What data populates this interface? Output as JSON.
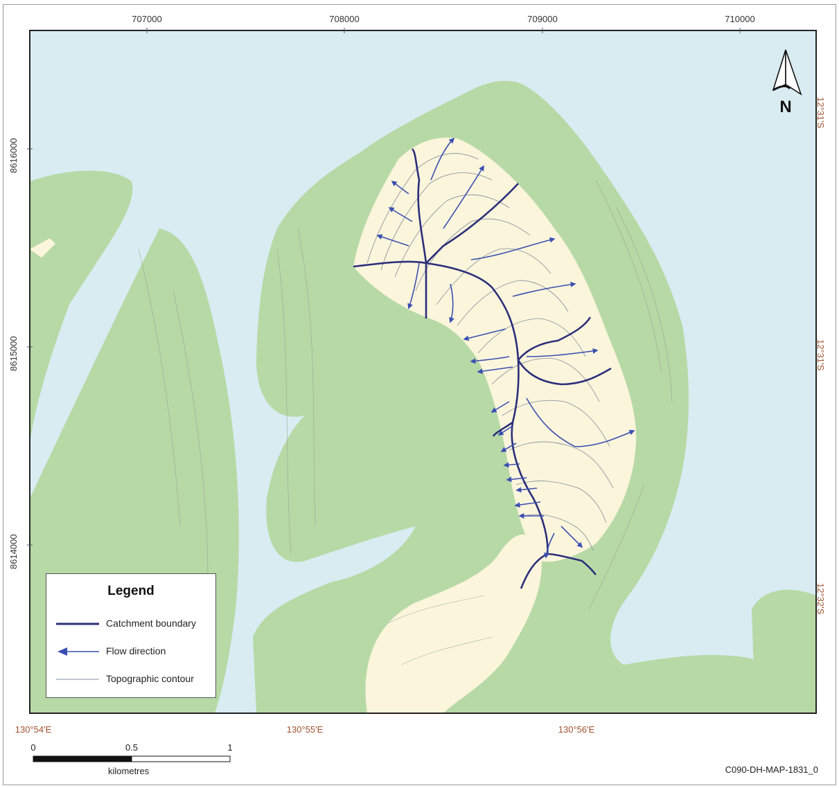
{
  "map": {
    "colors": {
      "water": "#d9ecf2",
      "vegetation": "#b7d9a6",
      "bare_ground": "#fbf5dc",
      "contour": "#7f8c98",
      "catchment_boundary": "#2b2e7a",
      "flow_arrow": "#3a4fb0",
      "geo_label": "#a0522d"
    },
    "easting_labels": [
      "707000",
      "708000",
      "709000",
      "710000"
    ],
    "northing_labels": [
      "8616000",
      "8615000",
      "8614000"
    ],
    "longitude_labels": [
      "130°54'E",
      "130°55'E",
      "130°56'E"
    ],
    "latitude_labels": [
      "12°31'S",
      "12°31'S",
      "12°32'S"
    ],
    "north_label": "N",
    "north_icon": "north-arrow-icon"
  },
  "legend": {
    "title": "Legend",
    "items": [
      {
        "label": "Catchment boundary",
        "symbol": "catchment-line-icon"
      },
      {
        "label": "Flow direction",
        "symbol": "flow-arrow-icon"
      },
      {
        "label": "Topographic contour",
        "symbol": "contour-line-icon"
      }
    ]
  },
  "scale_bar": {
    "ticks": [
      "0",
      "0.5",
      "1"
    ],
    "unit": "kilometres"
  },
  "map_code": "C090-DH-MAP-1831_0"
}
